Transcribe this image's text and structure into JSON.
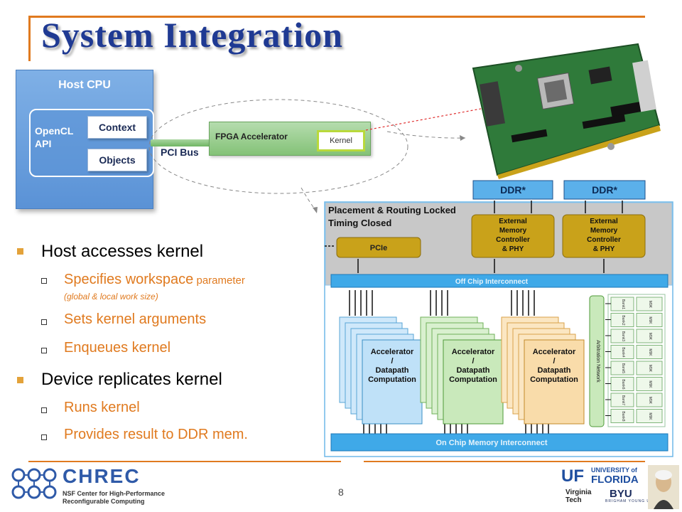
{
  "title": "System Integration",
  "host_cpu": {
    "title": "Host CPU",
    "api_label_line1": "OpenCL",
    "api_label_line2": "API",
    "context": "Context",
    "objects": "Objects",
    "bus": "PCI Bus"
  },
  "fpga": {
    "label": "FPGA Accelerator",
    "kernel": "Kernel"
  },
  "bullets": {
    "b1": "Host accesses kernel",
    "s1_main": "Specifies workspace",
    "s1_small": " parameter",
    "s1_sub": "(global & local work size)",
    "s2": "Sets kernel arguments",
    "s3": "Enqueues kernel",
    "b2": "Device replicates kernel",
    "s4": "Runs kernel",
    "s5": "Provides result to DDR mem."
  },
  "diagram": {
    "ddr1": "DDR*",
    "ddr2": "DDR*",
    "locked_line1": "Placement & Routing Locked",
    "locked_line2": "Timing Closed",
    "pcie": "PCIe",
    "emc_line1": "External",
    "emc_line2": "Memory",
    "emc_line3": "Controller",
    "emc_line4": "& PHY",
    "off_chip": "Off Chip Interconnect",
    "acc_line1": "Accelerator",
    "acc_line2": "/",
    "acc_line3": "Datapath",
    "acc_line4": "Computation",
    "arbitration": "Arbitration Network",
    "bank_labels": [
      "Bank1",
      "Bank2",
      "Bank3",
      "Bank4",
      "Bank5",
      "Bank6",
      "Bank7",
      "Bank8"
    ],
    "m9k": "M9K",
    "on_chip": "On Chip Memory Interconnect"
  },
  "footer": {
    "page_number": "8",
    "chrec": "CHREC",
    "chrec_sub_line1": "NSF Center for High-Performance",
    "chrec_sub_line2": "Reconfigurable Computing",
    "uf": "UF",
    "uf_university": "UNIVERSITY of",
    "uf_florida": "FLORIDA",
    "vt_line1": "Virginia",
    "vt_line2": "Tech",
    "byu": "BYU",
    "byu_sub": "BRIGHAM YOUNG UNIVERSITY"
  },
  "colors": {
    "title": "#1f3a93",
    "accent": "#e07a1f",
    "gold": "#c9a21a",
    "blue_bar": "#3fa9e8"
  }
}
